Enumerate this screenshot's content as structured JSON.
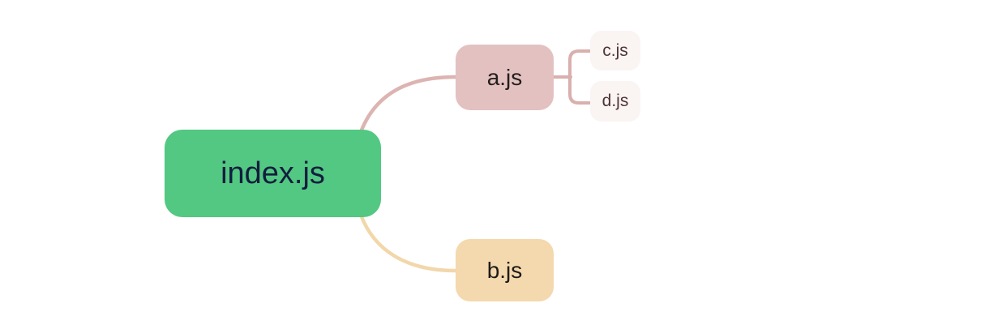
{
  "diagram": {
    "type": "mindmap-dependency-tree",
    "background": "#ffffff",
    "nodes": {
      "index": {
        "label": "index.js",
        "bg": "#52c882",
        "text": "#121d3d"
      },
      "a": {
        "label": "a.js",
        "bg": "#e3c1c1",
        "text": "#231d1d"
      },
      "b": {
        "label": "b.js",
        "bg": "#f4d8ae",
        "text": "#1e1b17"
      },
      "c": {
        "label": "c.js",
        "bg": "#faf4f3",
        "text": "#4e3434"
      },
      "d": {
        "label": "d.js",
        "bg": "#faf4f3",
        "text": "#4e3434"
      }
    },
    "edges": {
      "index_a": {
        "from": "index.js",
        "to": "a.js",
        "color": "#dcb4b1"
      },
      "index_b": {
        "from": "index.js",
        "to": "b.js",
        "color": "#f2d7ab"
      },
      "a_children": {
        "from": "a.js",
        "to": "c.js, d.js",
        "color": "#d9b0ae"
      }
    }
  }
}
